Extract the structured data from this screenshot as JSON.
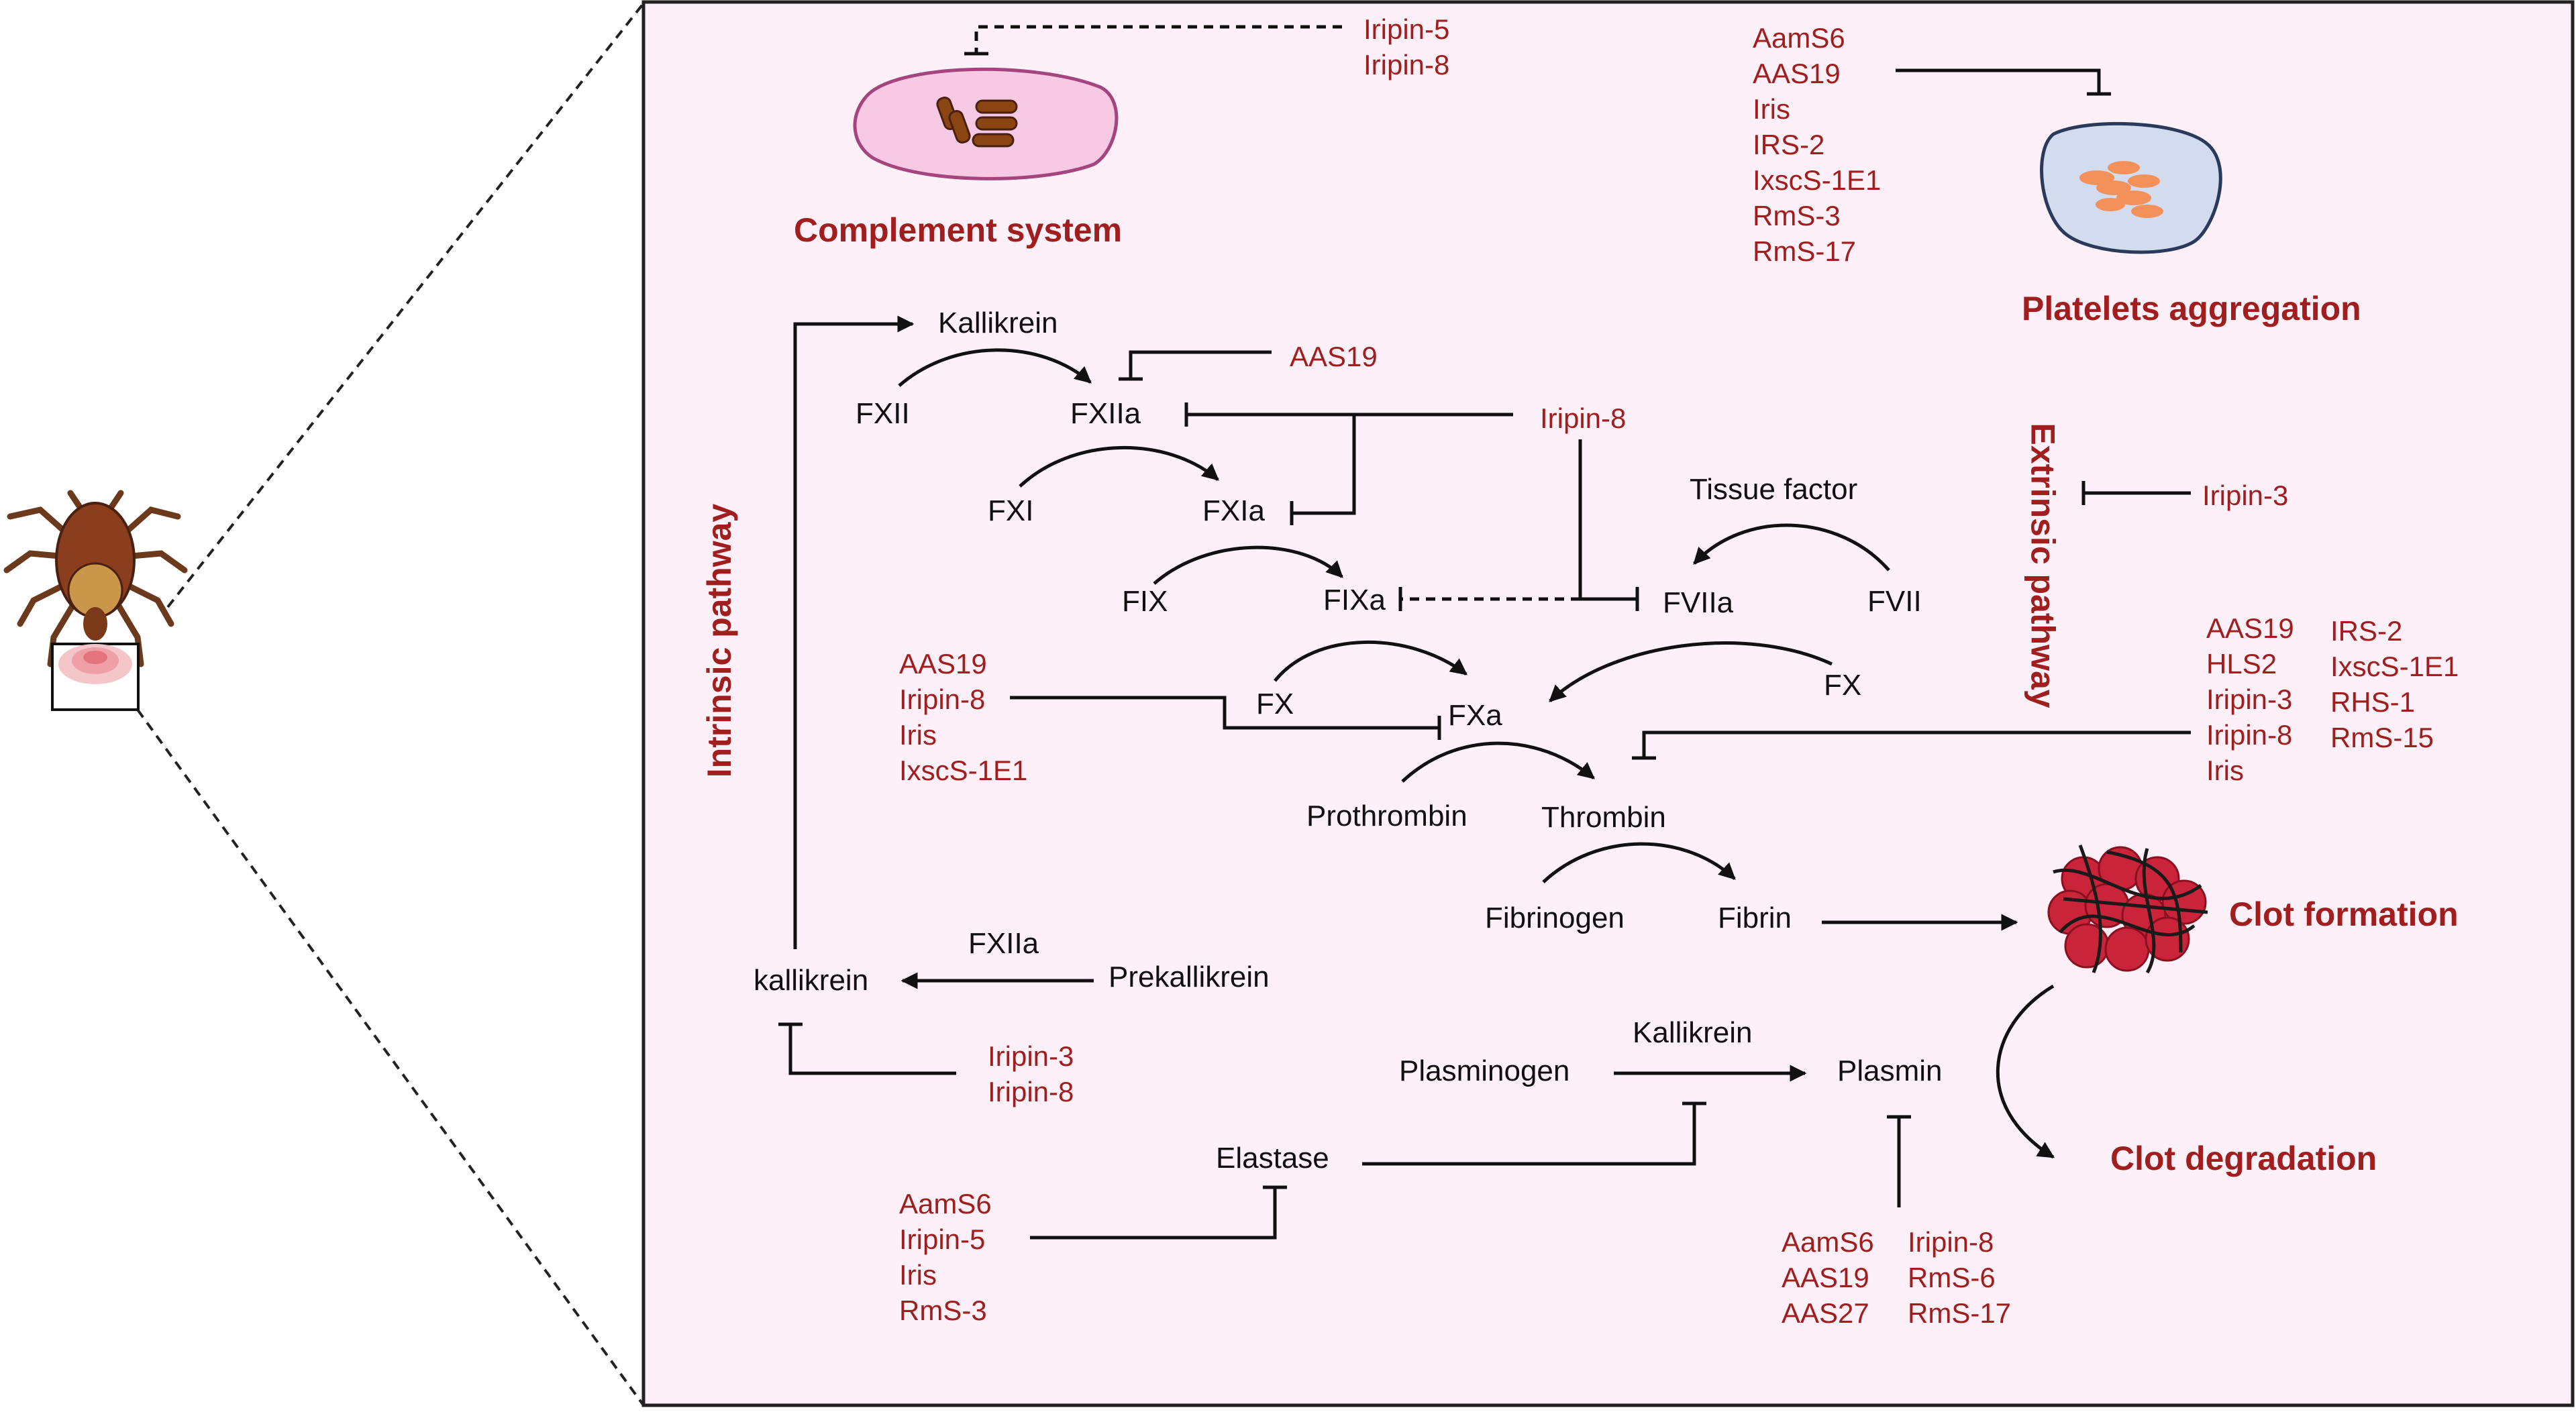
{
  "colors": {
    "inhibitor_text": "#a11e1e",
    "panel_fill": "#fdf0f8",
    "panel_border": "#222222",
    "factor_text": "#111111"
  },
  "icons": {
    "tick": "tick-illustration",
    "complement": "complement-cell-icon",
    "platelet": "platelet-cell-icon",
    "clot": "blood-clot-icon"
  },
  "titles": {
    "complement": "Complement system",
    "platelets": "Platelets aggregation",
    "clot_formation": "Clot formation",
    "clot_degradation": "Clot degradation",
    "intrinsic": "Intrinsic pathway",
    "extrinsic": "Extrinsic pathway"
  },
  "factors": {
    "kallikrein_top": "Kallikrein",
    "fxii": "FXII",
    "fxiia": "FXIIa",
    "fxi": "FXI",
    "fxia": "FXIa",
    "fix": "FIX",
    "fixa": "FIXa",
    "fviia": "FVIIa",
    "fvii": "FVII",
    "tissue_factor": "Tissue factor",
    "fx_left": "FX",
    "fxa": "FXa",
    "fx_right": "FX",
    "prothrombin": "Prothrombin",
    "thrombin": "Thrombin",
    "fibrinogen": "Fibrinogen",
    "fibrin": "Fibrin",
    "fxiia_lower": "FXIIa",
    "kallikrein_lower": "kallikrein",
    "prekallikrein": "Prekallikrein",
    "plasminogen": "Plasminogen",
    "kallikrein_plasmin": "Kallikrein",
    "plasmin": "Plasmin",
    "elastase": "Elastase"
  },
  "inhibitors": {
    "complement": [
      "Iripin-5",
      "Iripin-8"
    ],
    "platelets": [
      "AamS6",
      "AAS19",
      "Iris",
      "IRS-2",
      "IxscS-1E1",
      "RmS-3",
      "RmS-17"
    ],
    "fxiia": [
      "AAS19"
    ],
    "intrinsic_factors": [
      "Iripin-8"
    ],
    "extrinsic": [
      "Iripin-3"
    ],
    "fxa": [
      "AAS19",
      "Iripin-8",
      "Iris",
      "IxscS-1E1"
    ],
    "thrombin_col1": [
      "AAS19",
      "HLS2",
      "Iripin-3",
      "Iripin-8",
      "Iris"
    ],
    "thrombin_col2": [
      "IRS-2",
      "IxscS-1E1",
      "RHS-1",
      "RmS-15"
    ],
    "kallikrein": [
      "Iripin-3",
      "Iripin-8"
    ],
    "elastase": [
      "AamS6",
      "Iripin-5",
      "Iris",
      "RmS-3"
    ],
    "plasmin_col1": [
      "AamS6",
      "AAS19",
      "AAS27"
    ],
    "plasmin_col2": [
      "Iripin-8",
      "RmS-6",
      "RmS-17"
    ]
  }
}
